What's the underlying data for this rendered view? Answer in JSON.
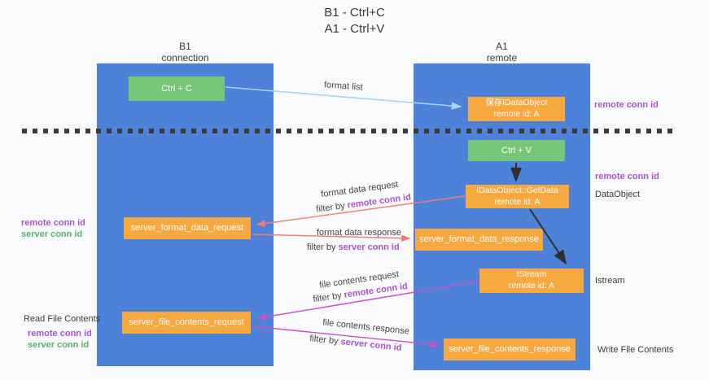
{
  "title": {
    "line1": "B1 - Ctrl+C",
    "line2": "A1 - Ctrl+V"
  },
  "lanes": {
    "left": {
      "title": "B1",
      "subtitle": "connection"
    },
    "right": {
      "title": "A1",
      "subtitle": "remote"
    }
  },
  "nodes": {
    "ctrl_c": {
      "label": "Ctrl + C"
    },
    "save_dataobject": {
      "line1": "保存IDataObject",
      "line2": "remote id: A"
    },
    "ctrl_v": {
      "label": "Ctrl + V"
    },
    "getdata": {
      "line1": "IDataObject::GetData",
      "line2": "remote id: A"
    },
    "server_format_data_request": {
      "label": "server_format_data_request"
    },
    "server_format_data_response": {
      "label": "server_format_data_response"
    },
    "istream": {
      "line1": "IStream",
      "line2": "remote id: A"
    },
    "server_file_contents_request": {
      "label": "server_file_contents_request"
    },
    "server_file_contents_response": {
      "label": "server_file_contents_response"
    }
  },
  "side_labels": {
    "remote_conn_id_right_top": "remote conn id",
    "remote_conn_id_right_mid": "remote conn id",
    "dataobject": "DataObject",
    "istream": "Istream",
    "write_file_contents": "Write File Contents",
    "remote_conn_id_left_1": "remote conn id",
    "server_conn_id_left_1": "server conn id",
    "read_file_contents": "Read File Contents",
    "remote_conn_id_left_2": "remote conn id",
    "server_conn_id_left_2": "server conn id"
  },
  "arrow_labels": {
    "format_list": "format list",
    "format_data_request": "format data request",
    "filter_by_1": {
      "prefix": "filter by ",
      "highlight": "remote conn id"
    },
    "format_data_response": "format data response",
    "filter_by_2": {
      "prefix": "filter by ",
      "highlight": "server conn id"
    },
    "file_contents_request": "file contents request",
    "filter_by_3": {
      "prefix": "filter by ",
      "highlight": "remote conn id"
    },
    "file_contents_response": "file contents response",
    "filter_by_4": {
      "prefix": "filter by ",
      "highlight": "server conn id"
    }
  },
  "colors": {
    "lane_blue": "#4d82d8",
    "node_orange": "#f7a940",
    "node_green": "#77c577",
    "accent_purple": "#a855cb",
    "accent_green": "#55b36a",
    "arrow_blue": "#a9d3ef",
    "arrow_red": "#ef7e72",
    "arrow_magenta": "#cc4fc3",
    "arrow_black": "#2f2f2f",
    "background": "#f9fafb"
  }
}
